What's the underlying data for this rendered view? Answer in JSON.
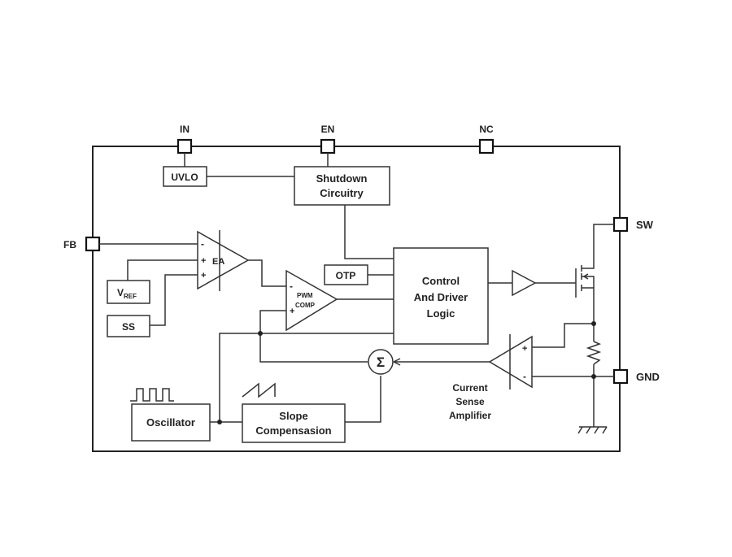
{
  "pins": {
    "in": "IN",
    "en": "EN",
    "nc": "NC",
    "sw": "SW",
    "fb": "FB",
    "gnd": "GND"
  },
  "blocks": {
    "uvlo": "UVLO",
    "shutdown_line1": "Shutdown",
    "shutdown_line2": "Circuitry",
    "otp": "OTP",
    "control_line1": "Control",
    "control_line2": "And Driver",
    "control_line3": "Logic",
    "vref_main": "V",
    "vref_sub": "REF",
    "ss": "SS",
    "oscillator": "Oscillator",
    "slope_line1": "Slope",
    "slope_line2": "Compensasion"
  },
  "amplifiers": {
    "ea": "EA",
    "pwm_line1": "PWM",
    "pwm_line2": "COMP",
    "sum_symbol": "Σ"
  },
  "labels": {
    "csa_line1": "Current",
    "csa_line2": "Sense",
    "csa_line3": "Amplifier"
  },
  "signs": {
    "minus": "-",
    "plus": "+"
  },
  "colors": {
    "line": "#222222",
    "background": "#ffffff"
  }
}
